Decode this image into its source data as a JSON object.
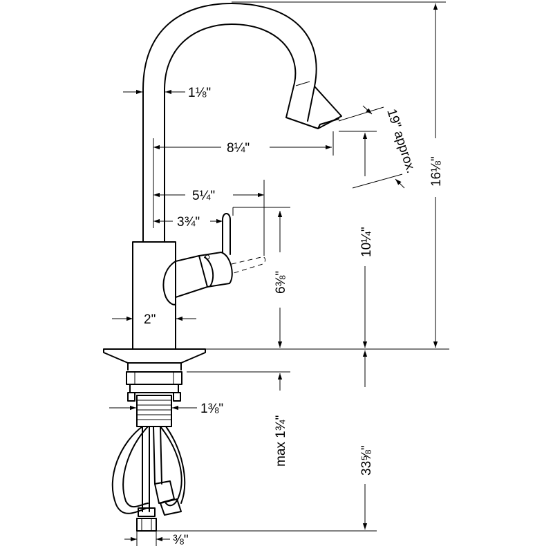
{
  "dimensions": {
    "aerator_diameter": "1⅛\"",
    "spout_reach": "8¼\"",
    "handle_reach": "5¼\"",
    "handle_offset": "3¾\"",
    "body_diameter": "2\"",
    "overall_height": "16⅛\"",
    "spout_height": "10¼\"",
    "handle_height": "6⅜\"",
    "pullout_length": "19\" approx.",
    "shank_diameter": "1⅜\"",
    "max_deck_thickness": "max 1¾\"",
    "hose_length": "33⅝\"",
    "supply_connection": "⅜\""
  }
}
